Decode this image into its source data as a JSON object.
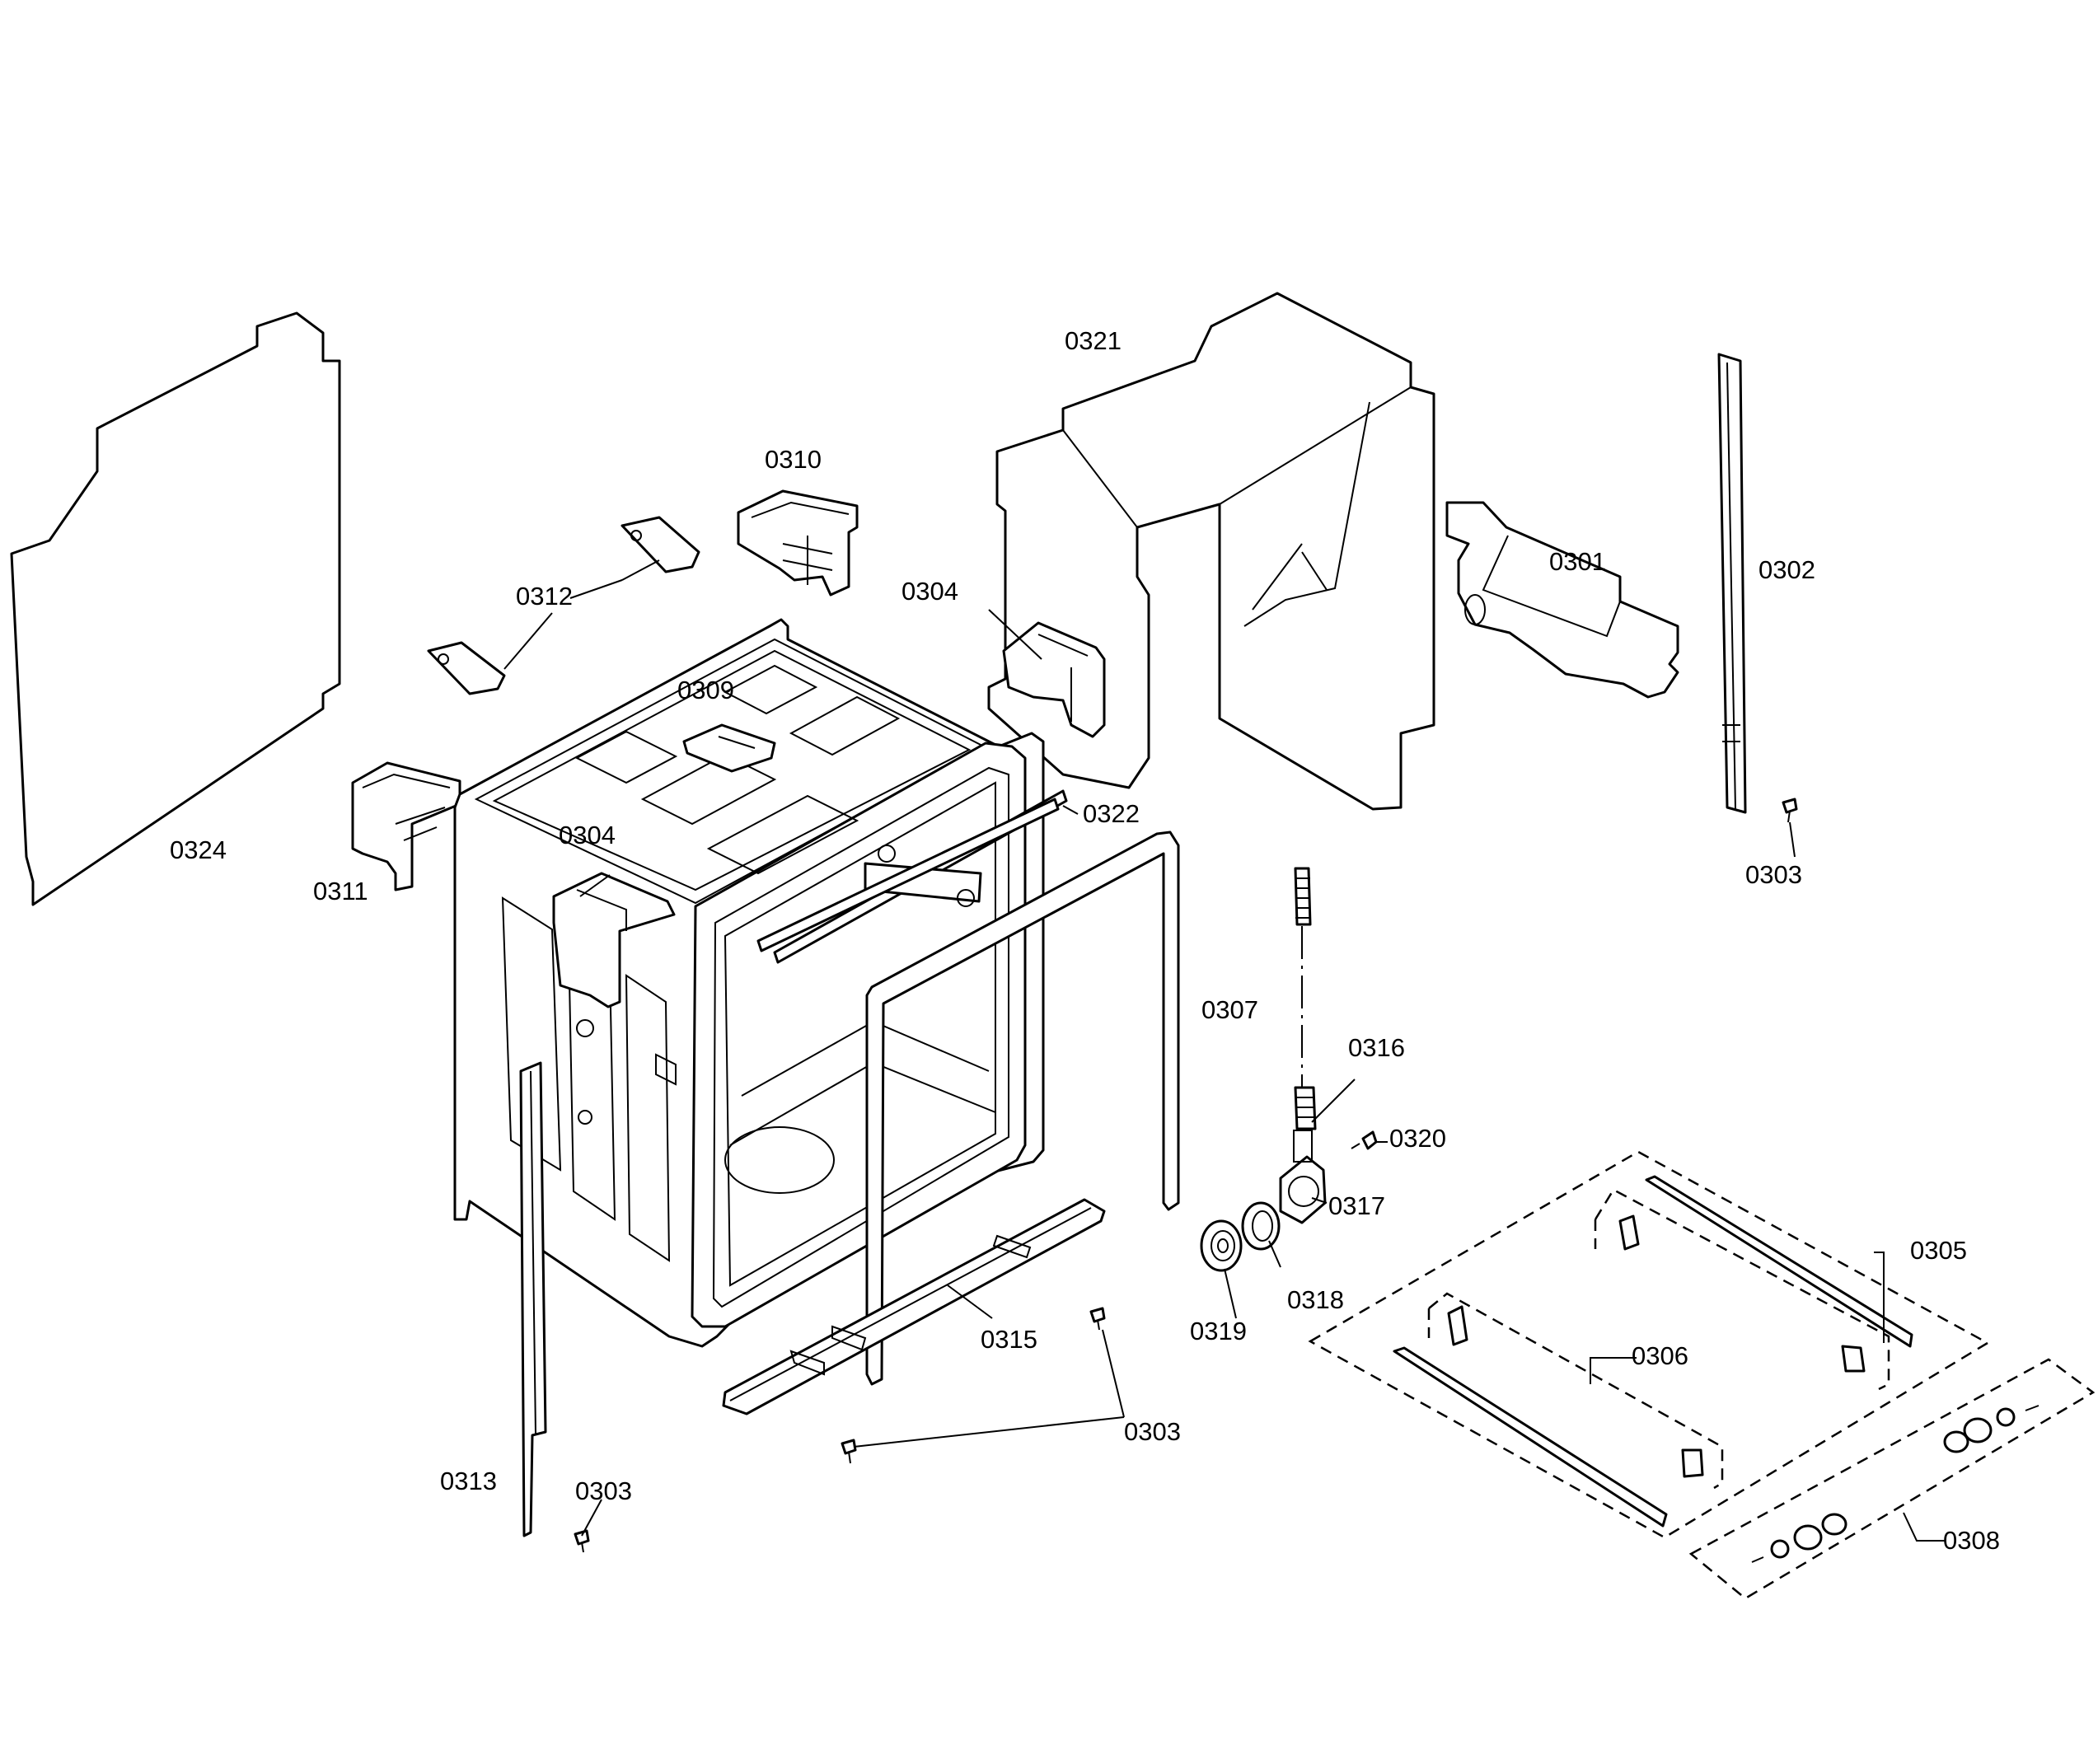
{
  "callouts": [
    {
      "id": "c0321",
      "text": "0321"
    },
    {
      "id": "c0310",
      "text": "0310"
    },
    {
      "id": "c0312",
      "text": "0312"
    },
    {
      "id": "c0309",
      "text": "0309"
    },
    {
      "id": "c0304a",
      "text": "0304"
    },
    {
      "id": "c0304b",
      "text": "0304"
    },
    {
      "id": "c0301",
      "text": "0301"
    },
    {
      "id": "c0302",
      "text": "0302"
    },
    {
      "id": "c0303a",
      "text": "0303"
    },
    {
      "id": "c0303b",
      "text": "0303"
    },
    {
      "id": "c0303c",
      "text": "0303"
    },
    {
      "id": "c0324",
      "text": "0324"
    },
    {
      "id": "c0311",
      "text": "0311"
    },
    {
      "id": "c0322",
      "text": "0322"
    },
    {
      "id": "c0307",
      "text": "0307"
    },
    {
      "id": "c0316",
      "text": "0316"
    },
    {
      "id": "c0320",
      "text": "0320"
    },
    {
      "id": "c0317",
      "text": "0317"
    },
    {
      "id": "c0318",
      "text": "0318"
    },
    {
      "id": "c0319",
      "text": "0319"
    },
    {
      "id": "c0305",
      "text": "0305"
    },
    {
      "id": "c0306",
      "text": "0306"
    },
    {
      "id": "c0308",
      "text": "0308"
    },
    {
      "id": "c0315",
      "text": "0315"
    },
    {
      "id": "c0313",
      "text": "0313"
    }
  ]
}
